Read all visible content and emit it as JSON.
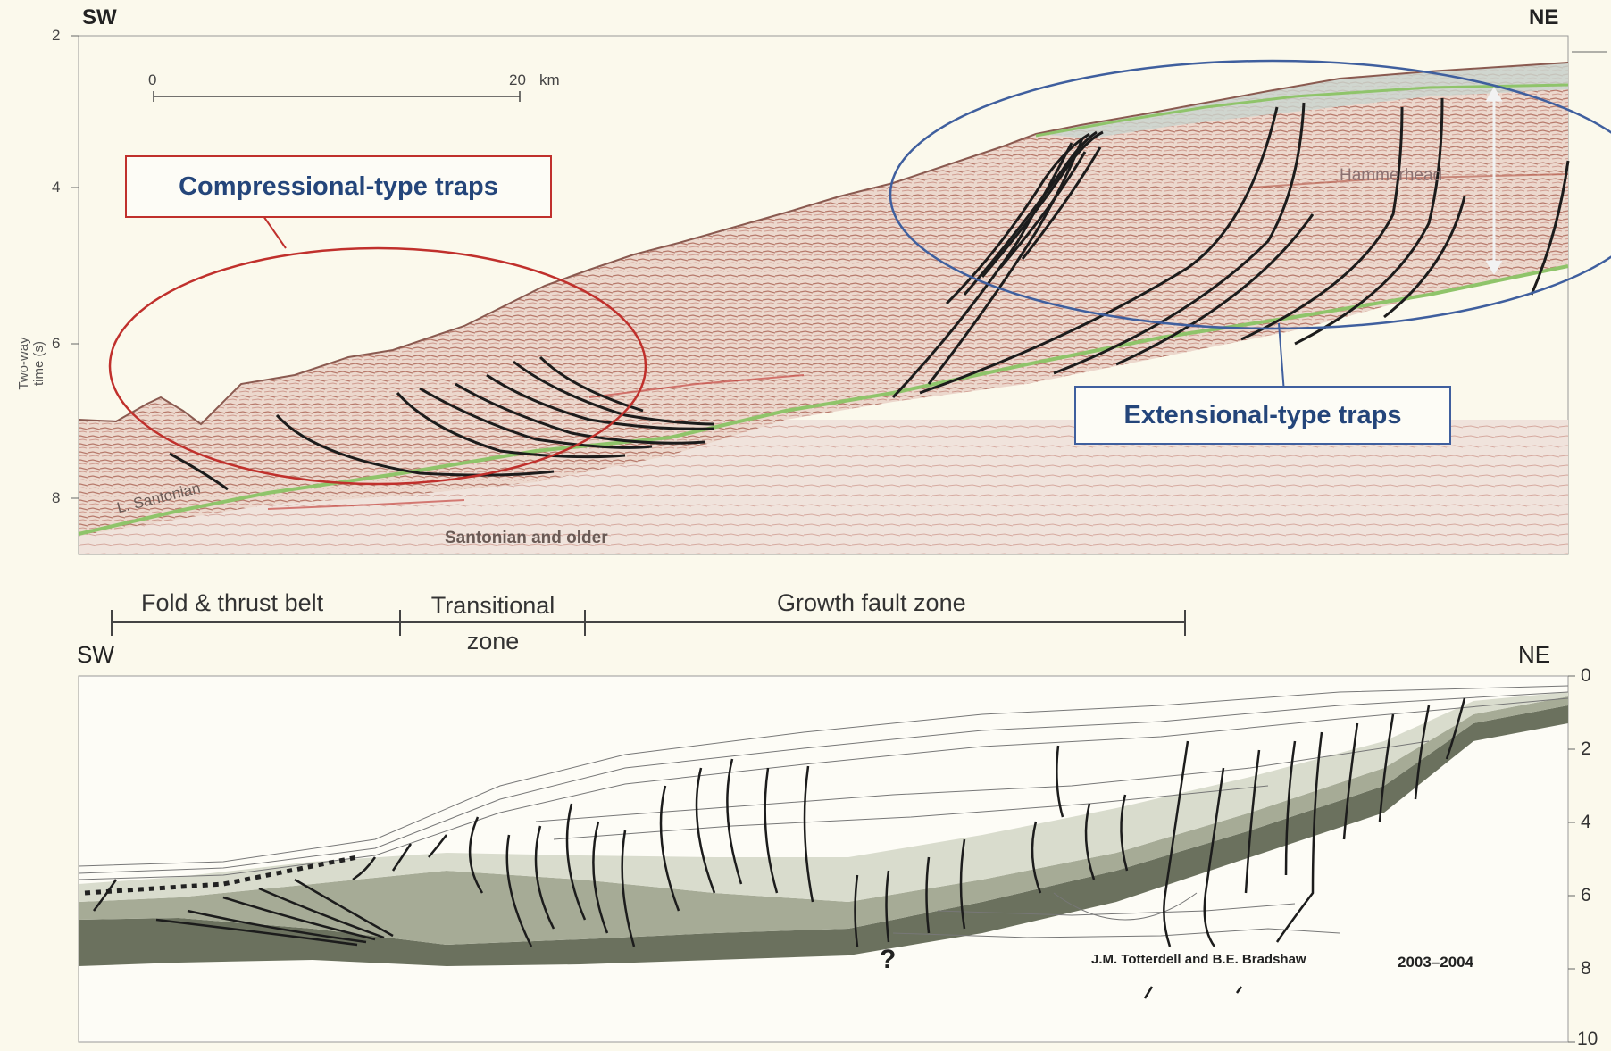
{
  "top_panel": {
    "left_dir": "SW",
    "right_dir": "NE",
    "y_axis_label": "Two-way time (s)",
    "y_ticks": [
      "2",
      "4",
      "6",
      "8"
    ],
    "scale_bar": {
      "start": "0",
      "end": "20",
      "unit": "km"
    },
    "callouts": {
      "compressional": "Compressional-type traps",
      "extensional": "Extensional-type traps"
    },
    "horizon_labels": {
      "santonian_top": "L. Santonian",
      "santonian_older": "Santonian and older",
      "hammerhead": "Hammerhead"
    },
    "colors": {
      "compressional": "#c0302c",
      "extensional": "#3f5f9e",
      "horizon": "#8fc46a"
    }
  },
  "zones": [
    {
      "label": "Fold & thrust belt"
    },
    {
      "label": "Transitional zone"
    },
    {
      "label": "Growth fault zone"
    }
  ],
  "bottom_panel": {
    "left_dir": "SW",
    "right_dir": "NE",
    "y_ticks": [
      "0",
      "2",
      "4",
      "6",
      "8",
      "10"
    ],
    "question_mark": "?",
    "credit": "J.M. Totterdell and B.E. Bradshaw",
    "years": "2003–2004"
  }
}
